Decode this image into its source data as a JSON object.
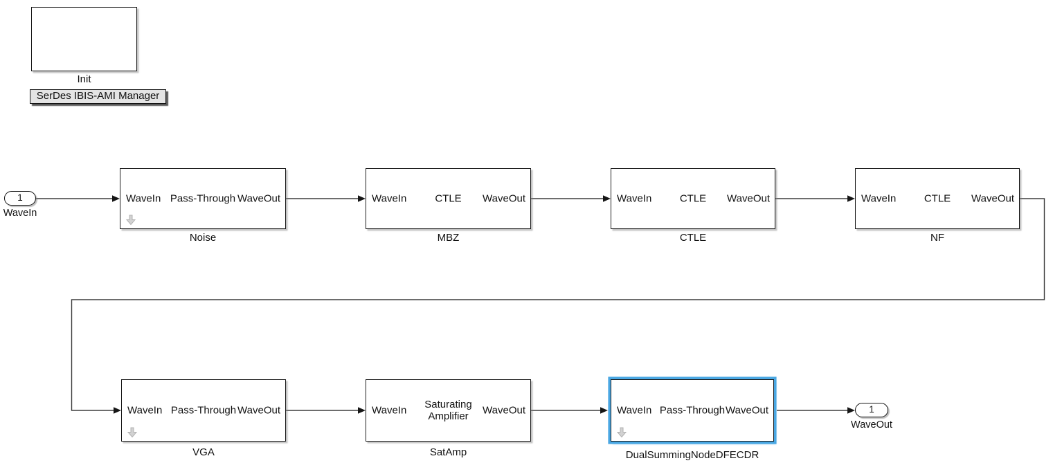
{
  "init_block": {
    "label": "Init"
  },
  "manager_button": {
    "label": "SerDes IBIS-AMI Manager"
  },
  "inport": {
    "number": "1",
    "label": "WaveIn"
  },
  "outport": {
    "number": "1",
    "label": "WaveOut"
  },
  "blocks": [
    {
      "name": "Noise",
      "in_label": "WaveIn",
      "center_label": "Pass-Through",
      "out_label": "WaveOut",
      "variant_arrow": true,
      "selected": false
    },
    {
      "name": "MBZ",
      "in_label": "WaveIn",
      "center_label": "CTLE",
      "out_label": "WaveOut",
      "variant_arrow": false,
      "selected": false
    },
    {
      "name": "CTLE",
      "in_label": "WaveIn",
      "center_label": "CTLE",
      "out_label": "WaveOut",
      "variant_arrow": false,
      "selected": false
    },
    {
      "name": "NF",
      "in_label": "WaveIn",
      "center_label": "CTLE",
      "out_label": "WaveOut",
      "variant_arrow": false,
      "selected": false
    },
    {
      "name": "VGA",
      "in_label": "WaveIn",
      "center_label": "Pass-Through",
      "out_label": "WaveOut",
      "variant_arrow": true,
      "selected": false
    },
    {
      "name": "SatAmp",
      "in_label": "WaveIn",
      "center_label": "Saturating Amplifier",
      "out_label": "WaveOut",
      "variant_arrow": false,
      "selected": false
    },
    {
      "name": "DualSummingNodeDFECDR",
      "in_label": "WaveIn",
      "center_label": "Pass-Through",
      "out_label": "WaveOut",
      "variant_arrow": true,
      "selected": true
    }
  ],
  "colors": {
    "selection_blue": "#49a7e3",
    "variant_arrow_gray": "#d0d0d0",
    "wire": "#3d3d3d",
    "block_border": "#1a1a1a",
    "button_fill": "#e4e4e4",
    "background": "#ffffff"
  }
}
